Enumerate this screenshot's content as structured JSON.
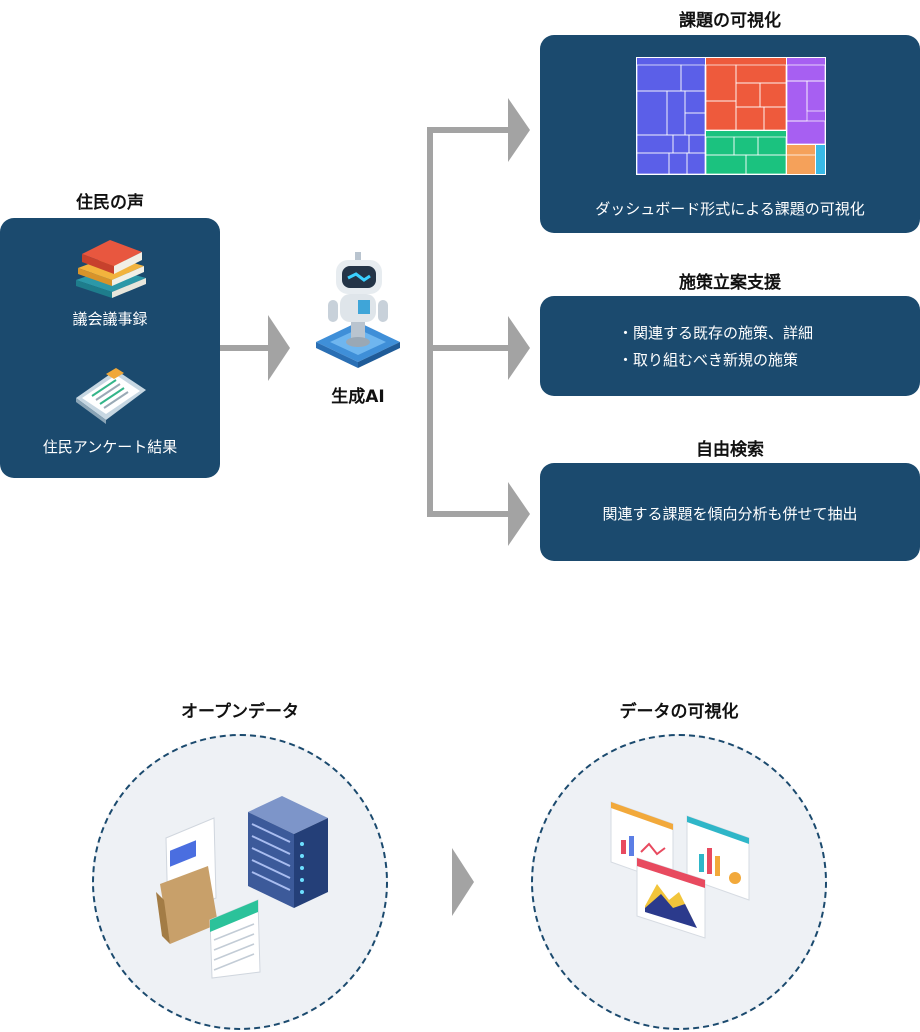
{
  "left_input": {
    "heading": "住民の声",
    "items": [
      {
        "label": "議会議事録",
        "icon": "books-icon"
      },
      {
        "label": "住民アンケート結果",
        "icon": "clipboard-icon"
      }
    ]
  },
  "ai": {
    "label": "生成AI",
    "icon": "robot-icon"
  },
  "outputs": [
    {
      "heading": "課題の可視化",
      "text": "ダッシュボード形式による課題の可視化"
    },
    {
      "heading": "施策立案支援",
      "bullets": [
        "関連する既存の施策、詳細",
        "取り組むべき新規の施策"
      ]
    },
    {
      "heading": "自由検索",
      "text": "関連する課題を傾向分析も併せて抽出"
    }
  ],
  "bottom": {
    "left": {
      "heading": "オープンデータ",
      "icon": "open-data-icon"
    },
    "right": {
      "heading": "データの可視化",
      "icon": "data-visualization-icon"
    }
  },
  "colors": {
    "card": "#1b4a6e",
    "arrow": "#a3a3a3",
    "circle_bg": "#eef1f5",
    "treemap": [
      "#5b5fe8",
      "#ee5a3c",
      "#1bc27f",
      "#a75ff2",
      "#f5a15a",
      "#39b9e6"
    ]
  }
}
